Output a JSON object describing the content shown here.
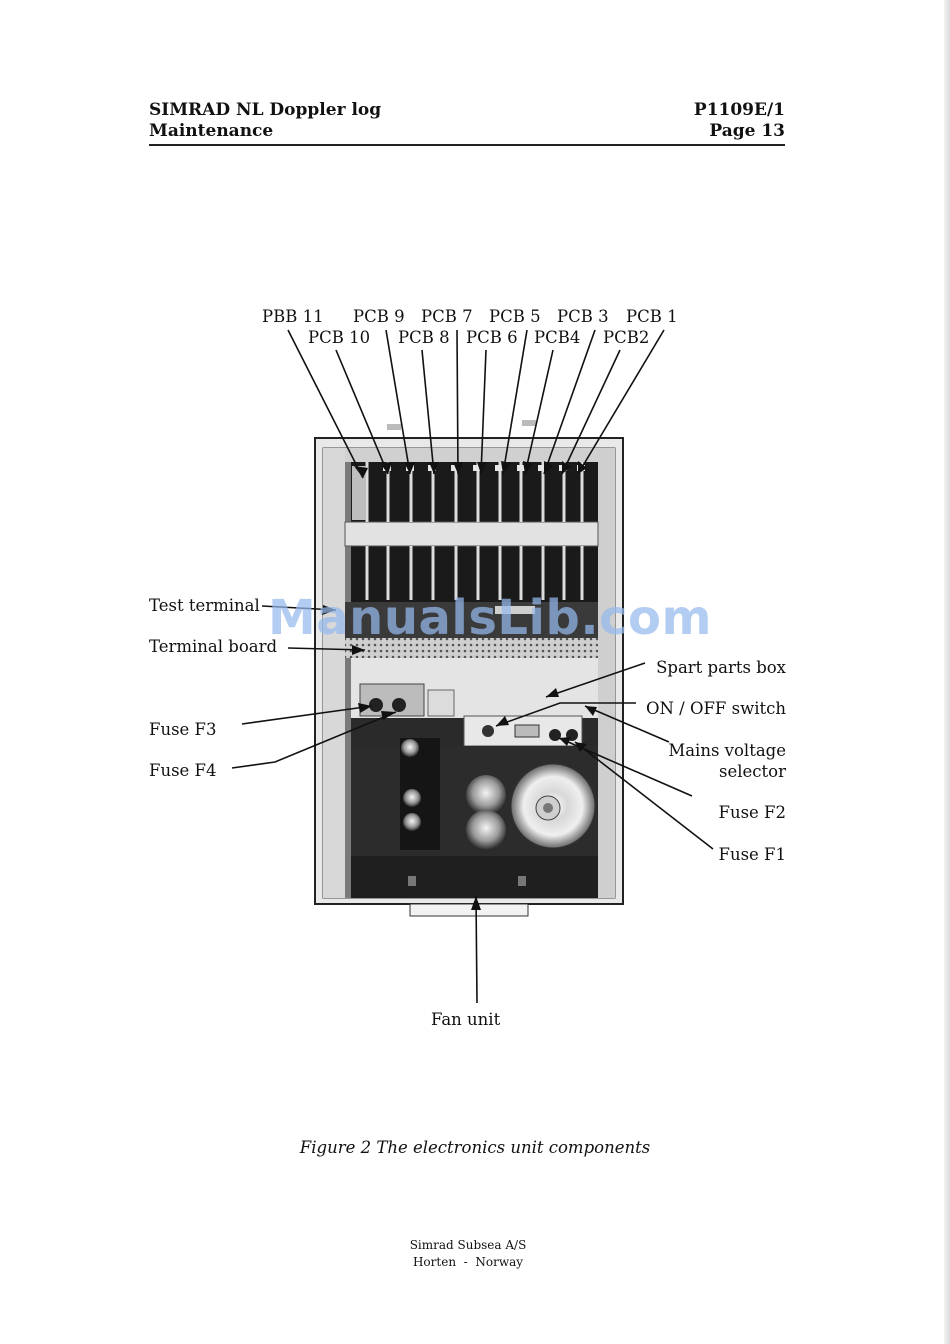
{
  "header": {
    "title": "SIMRAD NL Doppler log",
    "section": "Maintenance",
    "doc_number": "P1109E/1",
    "page": "Page 13"
  },
  "figure": {
    "top_labels": {
      "pbb11": "PBB 11",
      "pcb10": "PCB 10",
      "pcb9": "PCB 9",
      "pcb8": "PCB 8",
      "pcb7": "PCB 7",
      "pcb6": "PCB 6",
      "pcb5": "PCB 5",
      "pcb4": "PCB4",
      "pcb3": "PCB 3",
      "pcb2": "PCB2",
      "pcb1": "PCB 1"
    },
    "left_labels": {
      "test_terminal": "Test terminal",
      "terminal_board": "Terminal board",
      "fuse_f3": "Fuse F3",
      "fuse_f4": "Fuse F4"
    },
    "right_labels": {
      "spare_parts_box": "Spart parts box",
      "on_off_switch": "ON / OFF switch",
      "mains_voltage_line1": "Mains voltage",
      "mains_voltage_line2": "selector",
      "fuse_f2": "Fuse F2",
      "fuse_f1": "Fuse F1"
    },
    "bottom_label": "Fan unit",
    "caption": "Figure 2  The electronics unit components"
  },
  "footer": {
    "line1": "Simrad Subsea A/S",
    "line2": "Horten  -  Norway"
  },
  "watermark": "ManualsLib.com"
}
